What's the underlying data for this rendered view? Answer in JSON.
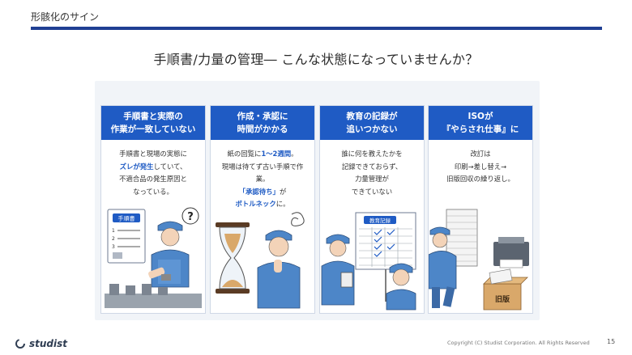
{
  "section_label": "形骸化のサイン",
  "title": "手順書/力量の管理― こんな状態になっていませんか？",
  "cards": [
    {
      "head": [
        "手順書と実際の",
        "作業が一致していない"
      ],
      "body": [
        [
          {
            "t": "手順書と現場の実態に"
          }
        ],
        [
          {
            "t": "ズレが発生",
            "hl": true
          },
          {
            "t": "していて、"
          }
        ],
        [
          {
            "t": "不適合品の発生原因と"
          }
        ],
        [
          {
            "t": "なっている。"
          }
        ]
      ],
      "doc_label": "手順書",
      "doc_numbers": [
        "1",
        "2",
        "3"
      ]
    },
    {
      "head": [
        "作成・承認に",
        "時間がかかる"
      ],
      "body": [
        [
          {
            "t": "紙の回覧に"
          },
          {
            "t": "1〜2週間",
            "hl": true
          },
          {
            "t": "。"
          }
        ],
        [
          {
            "t": "現場は待てず古い手順で作業。"
          }
        ],
        [
          {
            "t": "「承認待ち」",
            "hl": true
          },
          {
            "t": "が"
          }
        ],
        [
          {
            "t": "ボトルネック",
            "hl": true
          },
          {
            "t": "に。"
          }
        ]
      ]
    },
    {
      "head": [
        "教育の記録が",
        "追いつかない"
      ],
      "body": [
        [
          {
            "t": "誰に何を教えたかを"
          }
        ],
        [
          {
            "t": "記録できておらず、"
          }
        ],
        [
          {
            "t": "力量管理が"
          }
        ],
        [
          {
            "t": "できていない"
          }
        ]
      ],
      "board_label": "教育記録"
    },
    {
      "head": [
        "ISOが",
        "『やらされ仕事』に"
      ],
      "body": [
        [
          {
            "t": "改訂は"
          }
        ],
        [
          {
            "t": "印刷→差し替え→"
          }
        ],
        [
          {
            "t": "旧版回収の繰り返し。"
          }
        ]
      ],
      "box_label": "旧版"
    }
  ],
  "footer": {
    "logo": "studist",
    "copyright": "Copyright (C) Studist Corporation. All Rights Reserved",
    "page": "15"
  },
  "colors": {
    "accent": "#1f5bc4",
    "rule": "#1f3f93",
    "uniform": "#4d86c8"
  }
}
